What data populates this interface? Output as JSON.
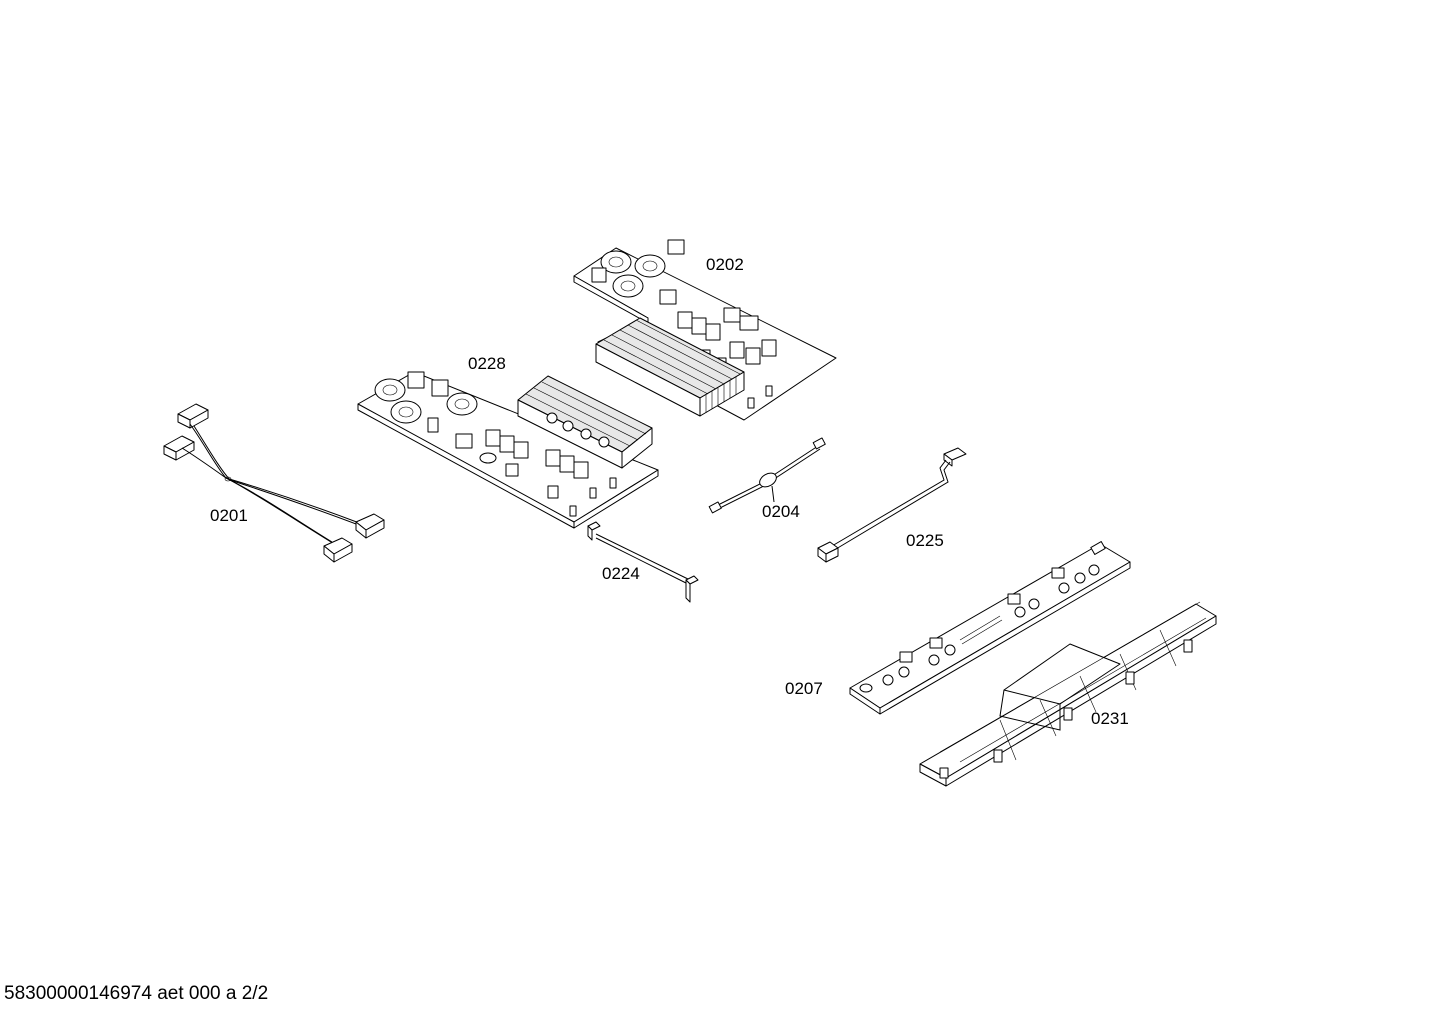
{
  "parts": [
    {
      "id": "part-0202",
      "label": "0202"
    },
    {
      "id": "part-0228",
      "label": "0228"
    },
    {
      "id": "part-0201",
      "label": "0201"
    },
    {
      "id": "part-0204",
      "label": "0204"
    },
    {
      "id": "part-0225",
      "label": "0225"
    },
    {
      "id": "part-0224",
      "label": "0224"
    },
    {
      "id": "part-0207",
      "label": "0207"
    },
    {
      "id": "part-0231",
      "label": "0231"
    }
  ],
  "footer": "58300000146974 aet 000 a 2/2"
}
